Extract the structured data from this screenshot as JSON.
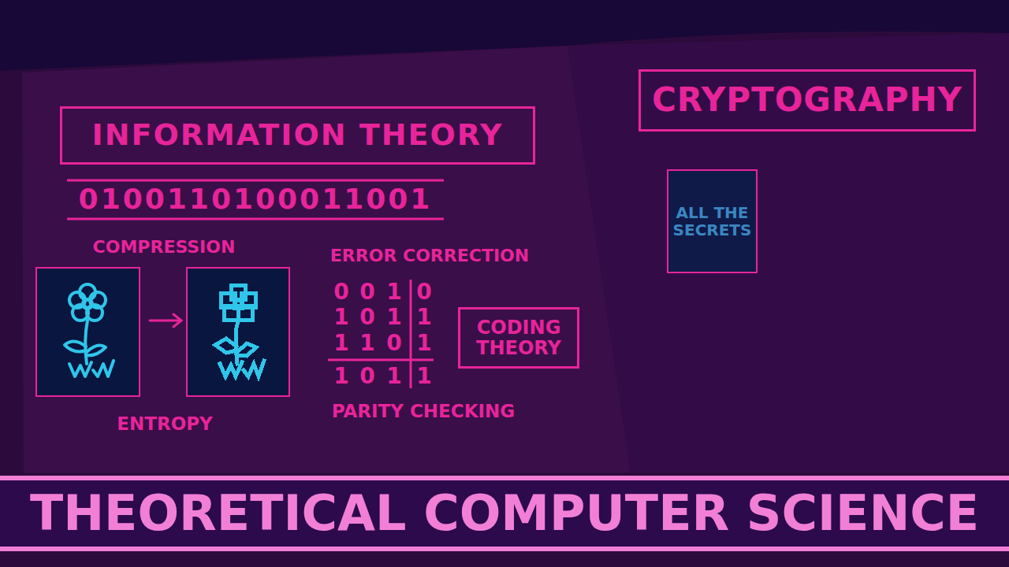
{
  "diagram": {
    "nodes": [
      {
        "text": [
          "INFORMATION THEORY"
        ]
      },
      {
        "text": [
          "CRYPTOGRAPHY"
        ]
      },
      {
        "text": [
          "ALL THE SECRETS"
        ]
      },
      {
        "text": [
          "CODING THEORY"
        ]
      },
      {
        "text": [
          "THEORETICAL COMPUTER SCIENCE"
        ]
      }
    ],
    "labels": [
      "0100110100011001",
      "COMPRESSION",
      "ERROR CORRECTION",
      "0",
      "0",
      "1",
      "0",
      "1",
      "0",
      "1",
      "1",
      "1",
      "1",
      "0",
      "1",
      "1",
      "0",
      "1",
      "1",
      "ENTROPY",
      "PARITY CHECKING"
    ]
  }
}
